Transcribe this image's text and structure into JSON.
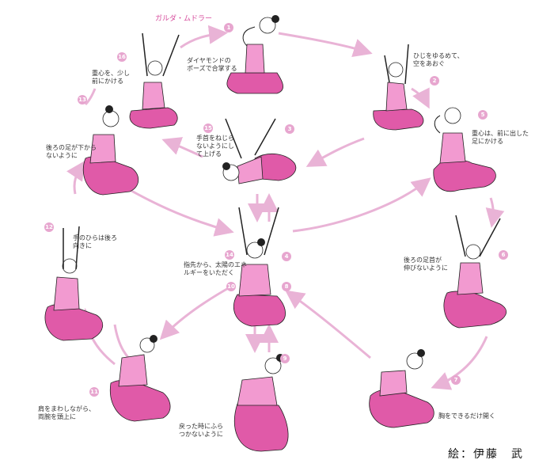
{
  "title": "ガルダ・ムドラー",
  "credit": "絵：伊藤　武",
  "colors": {
    "accent": "#e05aa8",
    "arrow": "#e9b3d6",
    "skin": "#ffffff",
    "line": "#222222"
  },
  "steps": [
    {
      "n": "1",
      "text": "ダイヤモンドの\nポーズで合掌する"
    },
    {
      "n": "2",
      "text": "ひじをゆるめて、\n空をあおぐ"
    },
    {
      "n": "3",
      "text": ""
    },
    {
      "n": "4",
      "text": ""
    },
    {
      "n": "5",
      "text": "重心は、前に出した\n足にかける"
    },
    {
      "n": "6",
      "text": "後ろの足首が\n伸びないように"
    },
    {
      "n": "7",
      "text": "胸をできるだけ開く"
    },
    {
      "n": "8",
      "text": ""
    },
    {
      "n": "9",
      "text": "戻った時にふら\nつかないように"
    },
    {
      "n": "10",
      "text": ""
    },
    {
      "n": "11",
      "text": "肩をまわしながら、\n両腕を頭上に"
    },
    {
      "n": "12",
      "text": "手のひらは後ろ\n向きに"
    },
    {
      "n": "13",
      "text": "後ろの足が下から\nないように"
    },
    {
      "n": "14",
      "text": "指先から、太陽のエネ\nルギーをいただく"
    },
    {
      "n": "15",
      "text": "手首をねじら\nないようにし\nて上げる"
    },
    {
      "n": "16",
      "text": "重心を、少し\n前にかける"
    }
  ]
}
